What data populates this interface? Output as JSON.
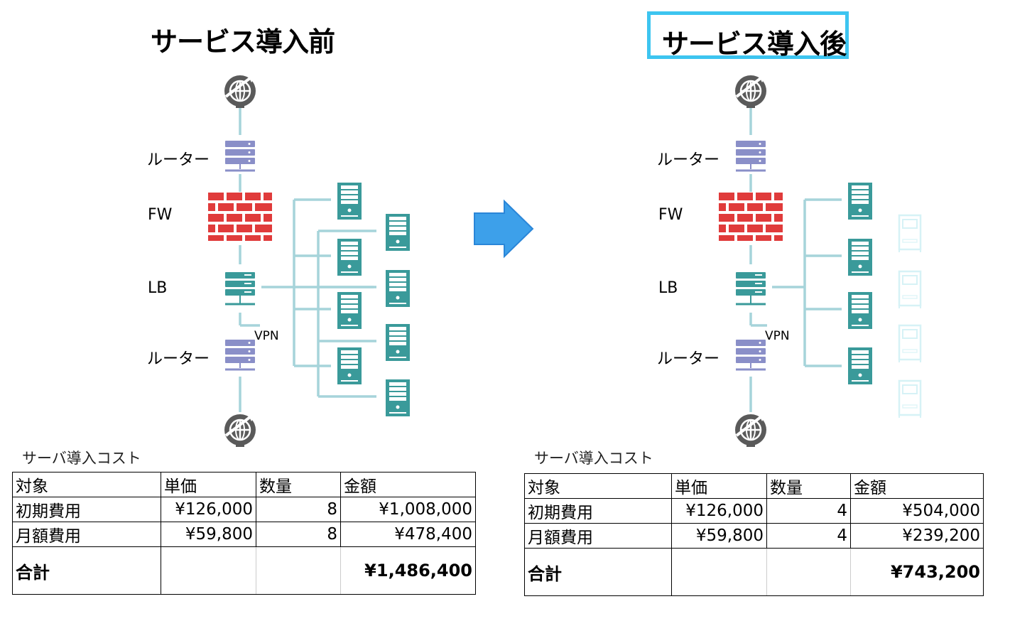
{
  "before": {
    "title": "サービス導入前",
    "labels": {
      "router_top": "ルーター",
      "fw": "FW",
      "lb": "LB",
      "router_bottom": "ルーター",
      "vpn": "VPN"
    },
    "caption": "サーバ導入コスト",
    "table": {
      "headers": [
        "対象",
        "単価",
        "数量",
        "金額"
      ],
      "rows": [
        [
          "初期費用",
          "¥126,000",
          "8",
          "¥1,008,000"
        ],
        [
          "月額費用",
          "¥59,800",
          "8",
          "¥478,400"
        ]
      ],
      "total_label": "合計",
      "total_value": "¥1,486,400"
    }
  },
  "after": {
    "title": "サービス導入後",
    "labels": {
      "router_top": "ルーター",
      "fw": "FW",
      "lb": "LB",
      "router_bottom": "ルーター",
      "vpn": "VPN"
    },
    "caption": "サーバ導入コスト",
    "table": {
      "headers": [
        "対象",
        "単価",
        "数量",
        "金額"
      ],
      "rows": [
        [
          "初期費用",
          "¥126,000",
          "4",
          "¥504,000"
        ],
        [
          "月額費用",
          "¥59,800",
          "4",
          "¥239,200"
        ]
      ],
      "total_label": "合計",
      "total_value": "¥743,200"
    }
  },
  "icons": {
    "globe": "globe-arrow-icon",
    "router": "router-icon",
    "firewall": "firewall-icon",
    "load_balancer": "load-balancer-icon",
    "server": "server-icon",
    "arrow": "right-arrow-icon"
  },
  "colors": {
    "line": "#a6d4da",
    "router": "#8a8fc8",
    "firewall": "#e03b3b",
    "server": "#3a9a9a",
    "lb": "#3a9a9a",
    "globe": "#5a5a5a",
    "arrow": "#3da0ea",
    "title_box": "#3dc5f0"
  }
}
